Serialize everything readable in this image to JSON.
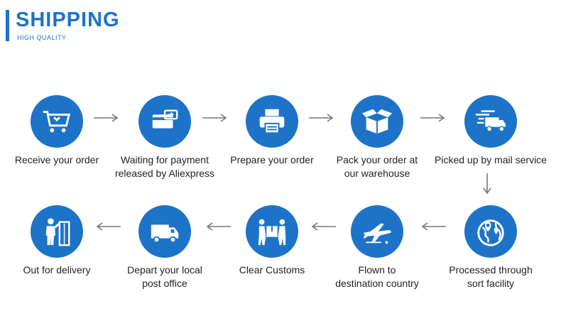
{
  "header": {
    "title": "SHIPPING",
    "subtitle": "HIGH QUALITY"
  },
  "steps": [
    {
      "label": "Receive your order",
      "icon": "shopping-cart-icon"
    },
    {
      "label": "Waiting for payment\nreleased by Aliexpress",
      "icon": "payment-card-icon"
    },
    {
      "label": "Prepare your order",
      "icon": "printer-icon"
    },
    {
      "label": "Pack your order at\nour warehouse",
      "icon": "open-box-icon"
    },
    {
      "label": "Picked up by mail service",
      "icon": "delivery-truck-icon"
    },
    {
      "label": "Processed through\nsort facility",
      "icon": "globe-location-icon"
    },
    {
      "label": "Flown to\ndestination country",
      "icon": "airplane-icon"
    },
    {
      "label": "Clear Customs",
      "icon": "people-carrying-box-icon"
    },
    {
      "label": "Depart your local\npost office",
      "icon": "van-icon"
    },
    {
      "label": "Out for delivery",
      "icon": "delivery-person-icon"
    }
  ],
  "colors": {
    "accent": "#1d73c8",
    "arrow": "#777777",
    "text": "#222222"
  }
}
